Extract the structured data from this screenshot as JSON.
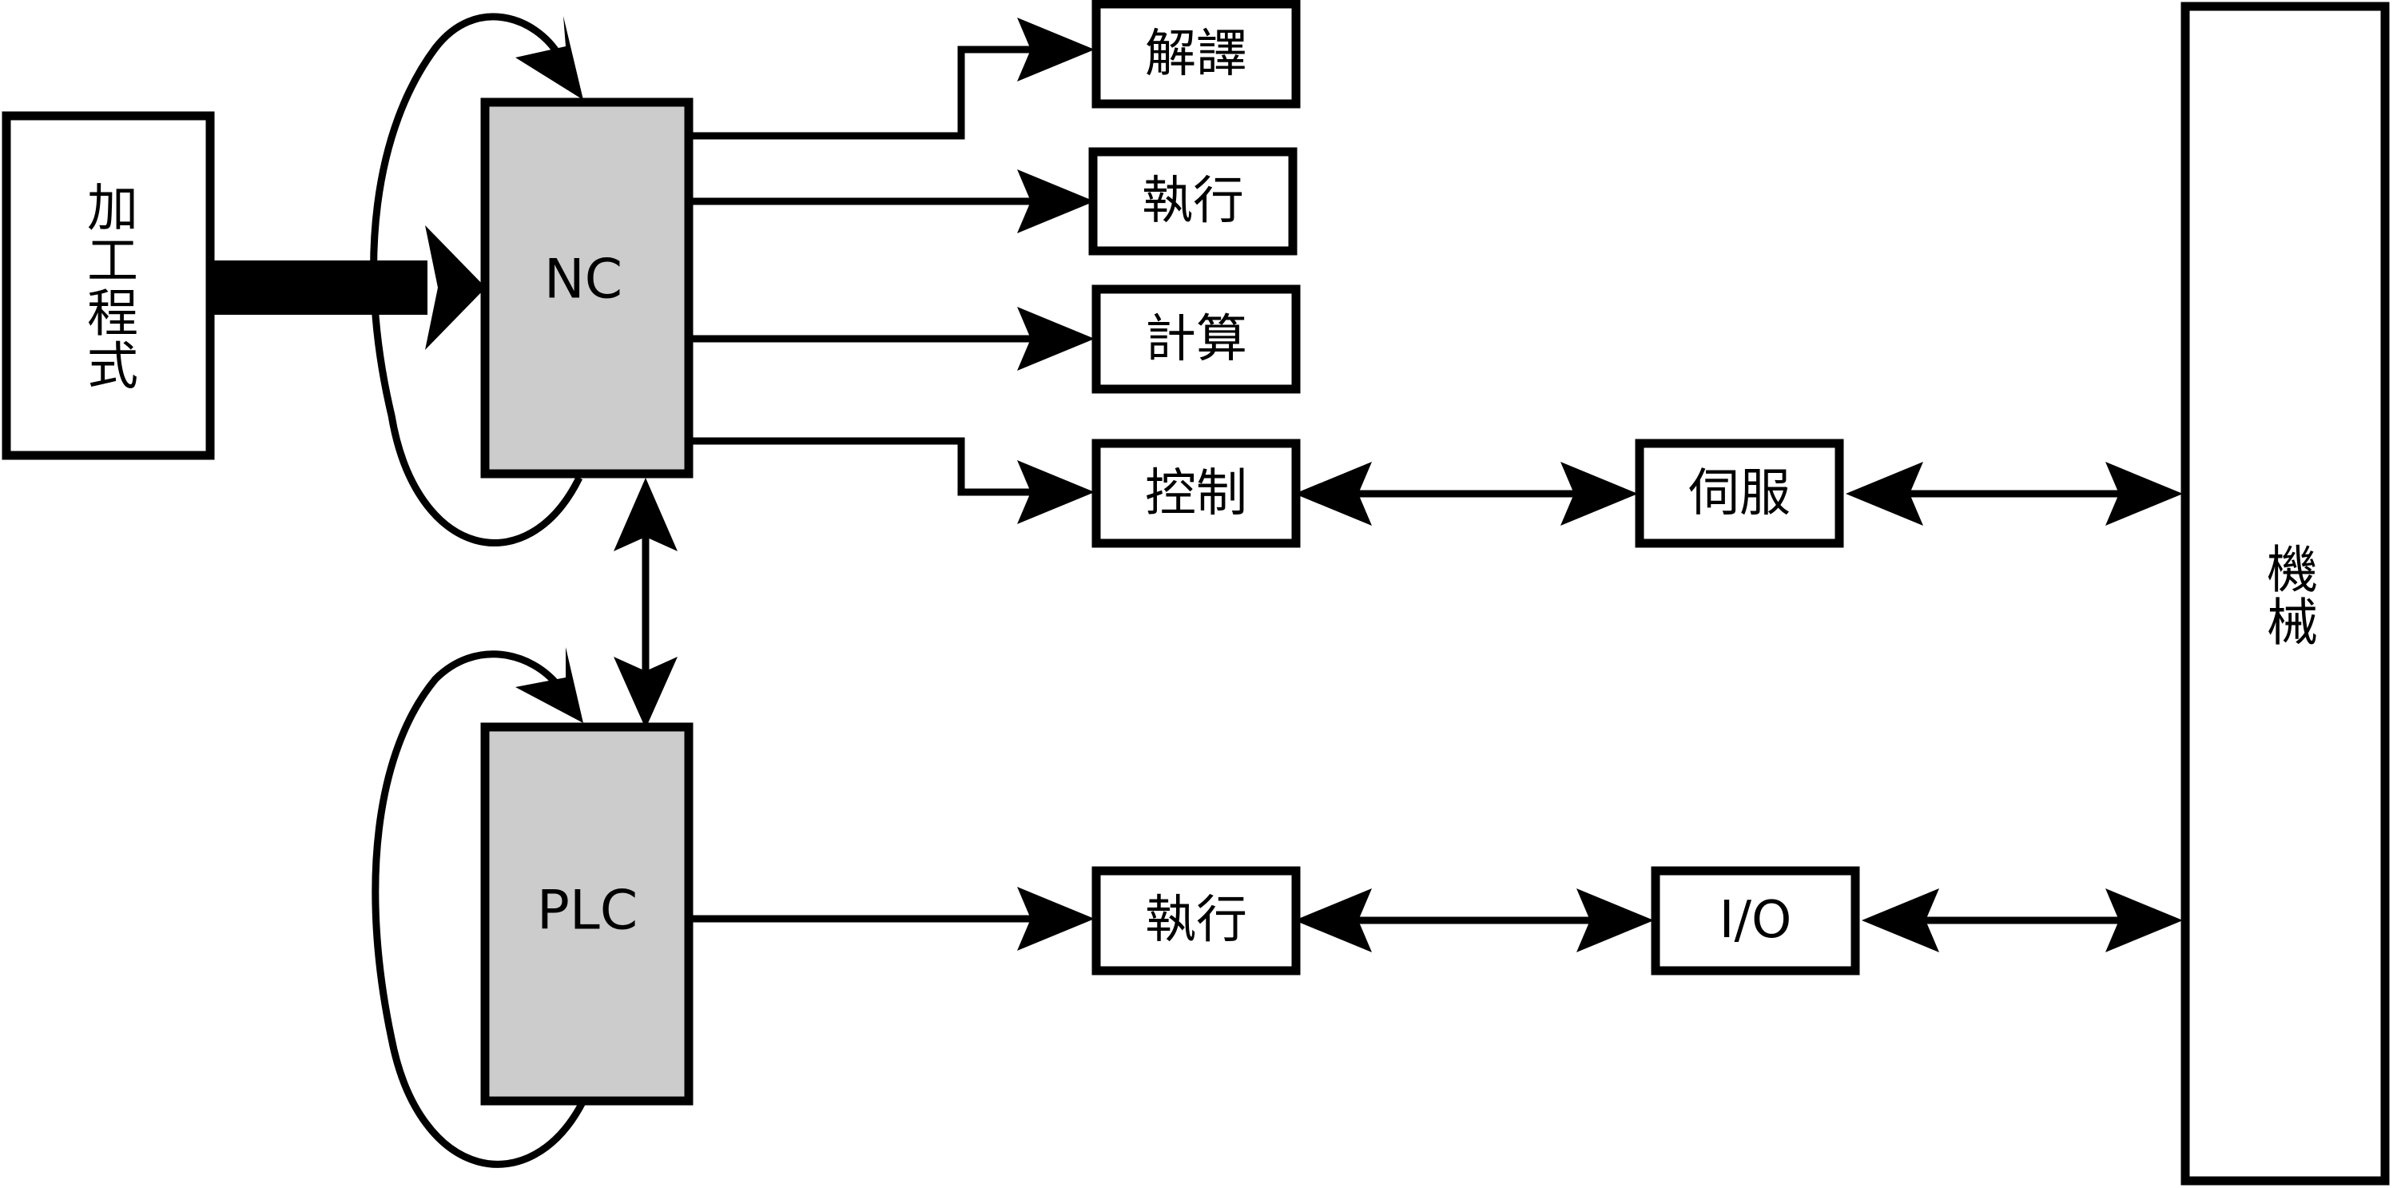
{
  "nodes": {
    "program": "加工程式",
    "nc": "NC",
    "plc": "PLC",
    "interpret": "解譯",
    "execute_nc": "執行",
    "compute": "計算",
    "control": "控制",
    "servo": "伺服",
    "execute_plc": "執行",
    "io": "I/O",
    "machine": "機械"
  },
  "edges": [
    {
      "from": "program",
      "to": "nc",
      "style": "thick"
    },
    {
      "from": "nc",
      "to": "nc",
      "style": "loop"
    },
    {
      "from": "plc",
      "to": "plc",
      "style": "loop"
    },
    {
      "from": "nc",
      "to": "interpret"
    },
    {
      "from": "nc",
      "to": "execute_nc"
    },
    {
      "from": "nc",
      "to": "compute"
    },
    {
      "from": "nc",
      "to": "control"
    },
    {
      "from": "nc",
      "to": "plc",
      "bidirectional": true
    },
    {
      "from": "control",
      "to": "servo",
      "bidirectional": true
    },
    {
      "from": "servo",
      "to": "machine",
      "bidirectional": true
    },
    {
      "from": "plc",
      "to": "execute_plc"
    },
    {
      "from": "execute_plc",
      "to": "io",
      "bidirectional": true
    },
    {
      "from": "io",
      "to": "machine",
      "bidirectional": true
    }
  ]
}
